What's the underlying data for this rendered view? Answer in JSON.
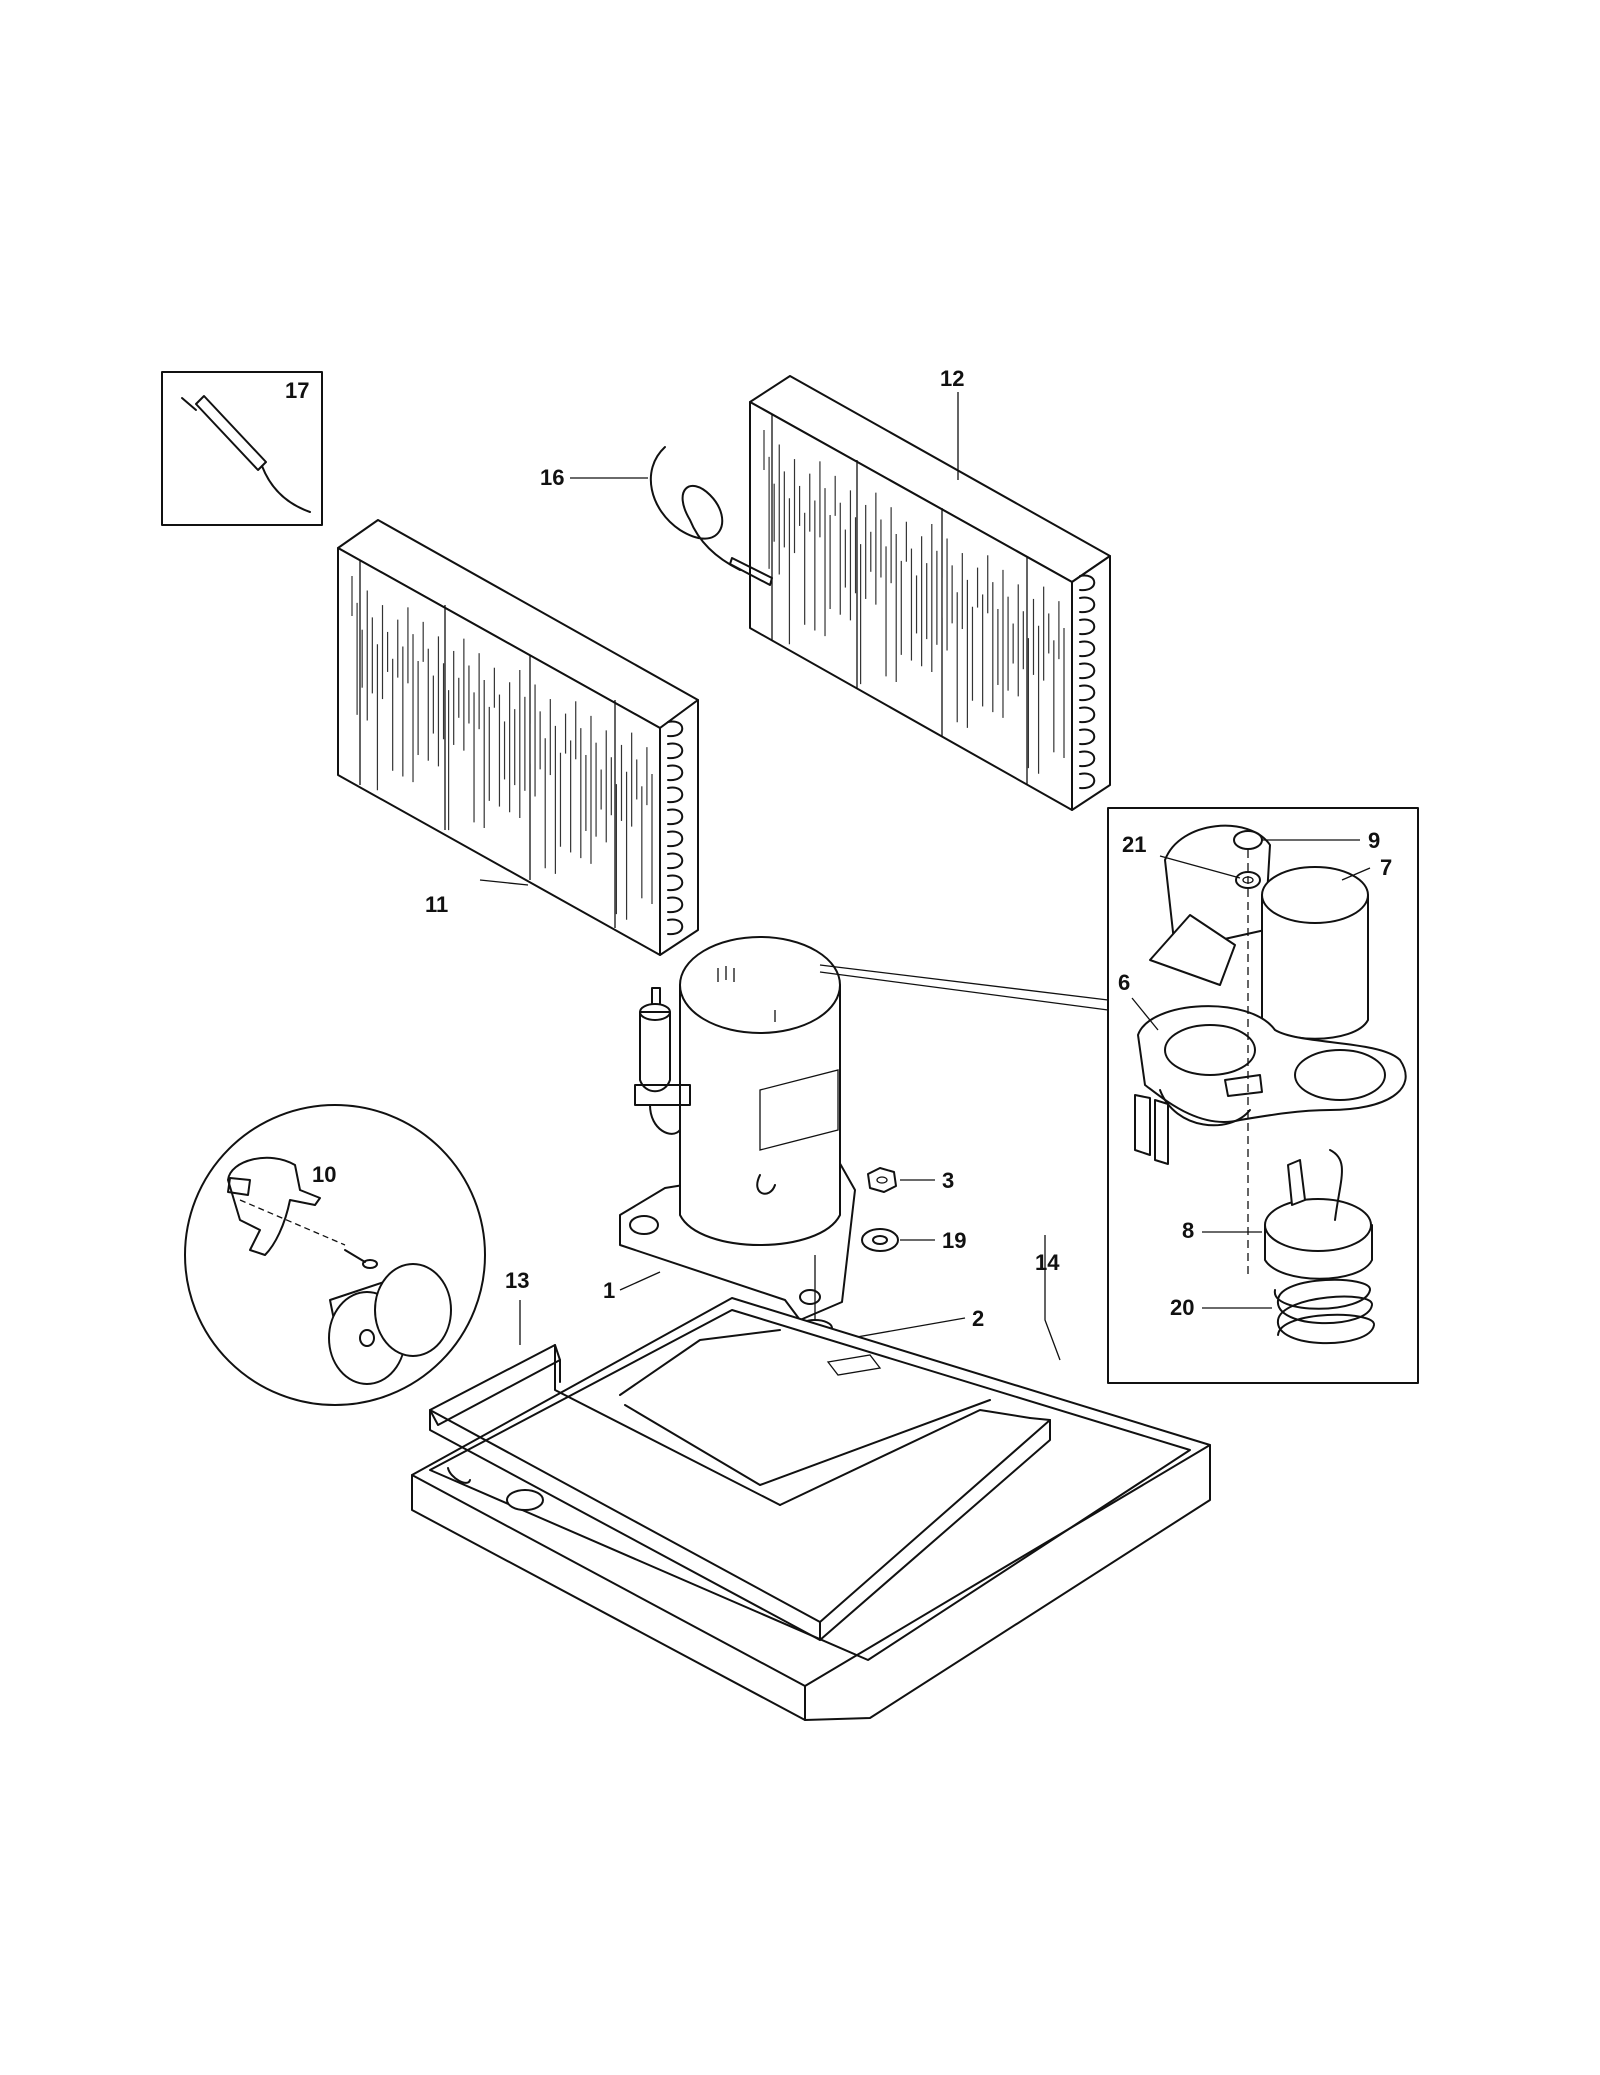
{
  "callouts": {
    "c1": "1",
    "c2": "2",
    "c3": "3",
    "c6": "6",
    "c7": "7",
    "c8": "8",
    "c9": "9",
    "c10": "10",
    "c11": "11",
    "c12": "12",
    "c13": "13",
    "c14": "14",
    "c16": "16",
    "c17": "17",
    "c19": "19",
    "c20": "20",
    "c21": "21"
  }
}
